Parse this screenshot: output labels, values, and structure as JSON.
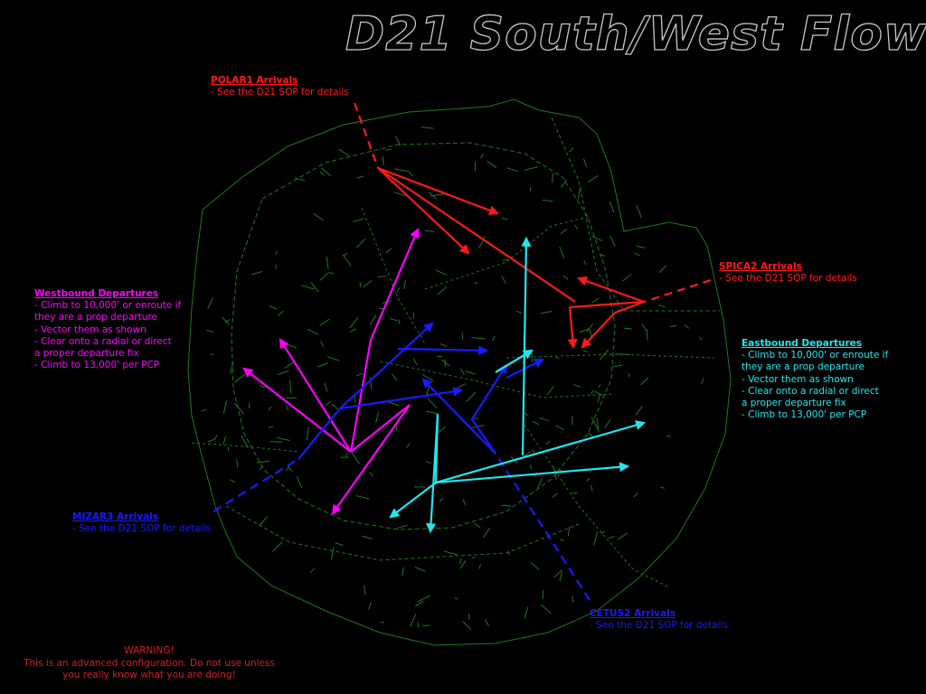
{
  "title": "D21 South/West Flow",
  "colors": {
    "background": "#000000",
    "airspace": "#1f7a1f",
    "arrivals_red": "#ff1a1a",
    "westbound": "#ff00ff",
    "eastbound": "#22e6ee",
    "arrivals_blue": "#1a1aff",
    "warning": "#d42020"
  },
  "notes": {
    "polar": {
      "heading": "POLAR1 Arrivals",
      "lines": [
        "- See the D21 SOP for details"
      ]
    },
    "spica": {
      "heading": "SPICA2 Arrivals",
      "lines": [
        "- See the D21 SOP for details"
      ]
    },
    "westbound": {
      "heading": "Westbound Departures",
      "lines": [
        "- Climb to 10,000' or enroute if",
        "they are a prop departure",
        "- Vector them as shown",
        "- Clear onto a radial or direct",
        "a proper departure fix",
        "- Climb to 13,000' per PCP"
      ]
    },
    "eastbound": {
      "heading": "Eastbound Departures",
      "lines": [
        "- Climb to 10,000' or enroute if",
        "they are a prop departure",
        "- Vector them as shown",
        "- Clear onto a radial or direct",
        "a proper departure fix",
        "- Climb to 13,000' per PCP"
      ]
    },
    "mizar": {
      "heading": "MIZAR3 Arrivals",
      "lines": [
        "- See the D21 SOP for details"
      ]
    },
    "cetus": {
      "heading": "CETUS2 Arrivals",
      "lines": [
        "- See the D21 SOP for details"
      ]
    }
  },
  "warning": {
    "lines": [
      "WARNING!",
      "This is an advanced configuration. Do not use unless",
      "you really know what you are doing!"
    ]
  }
}
